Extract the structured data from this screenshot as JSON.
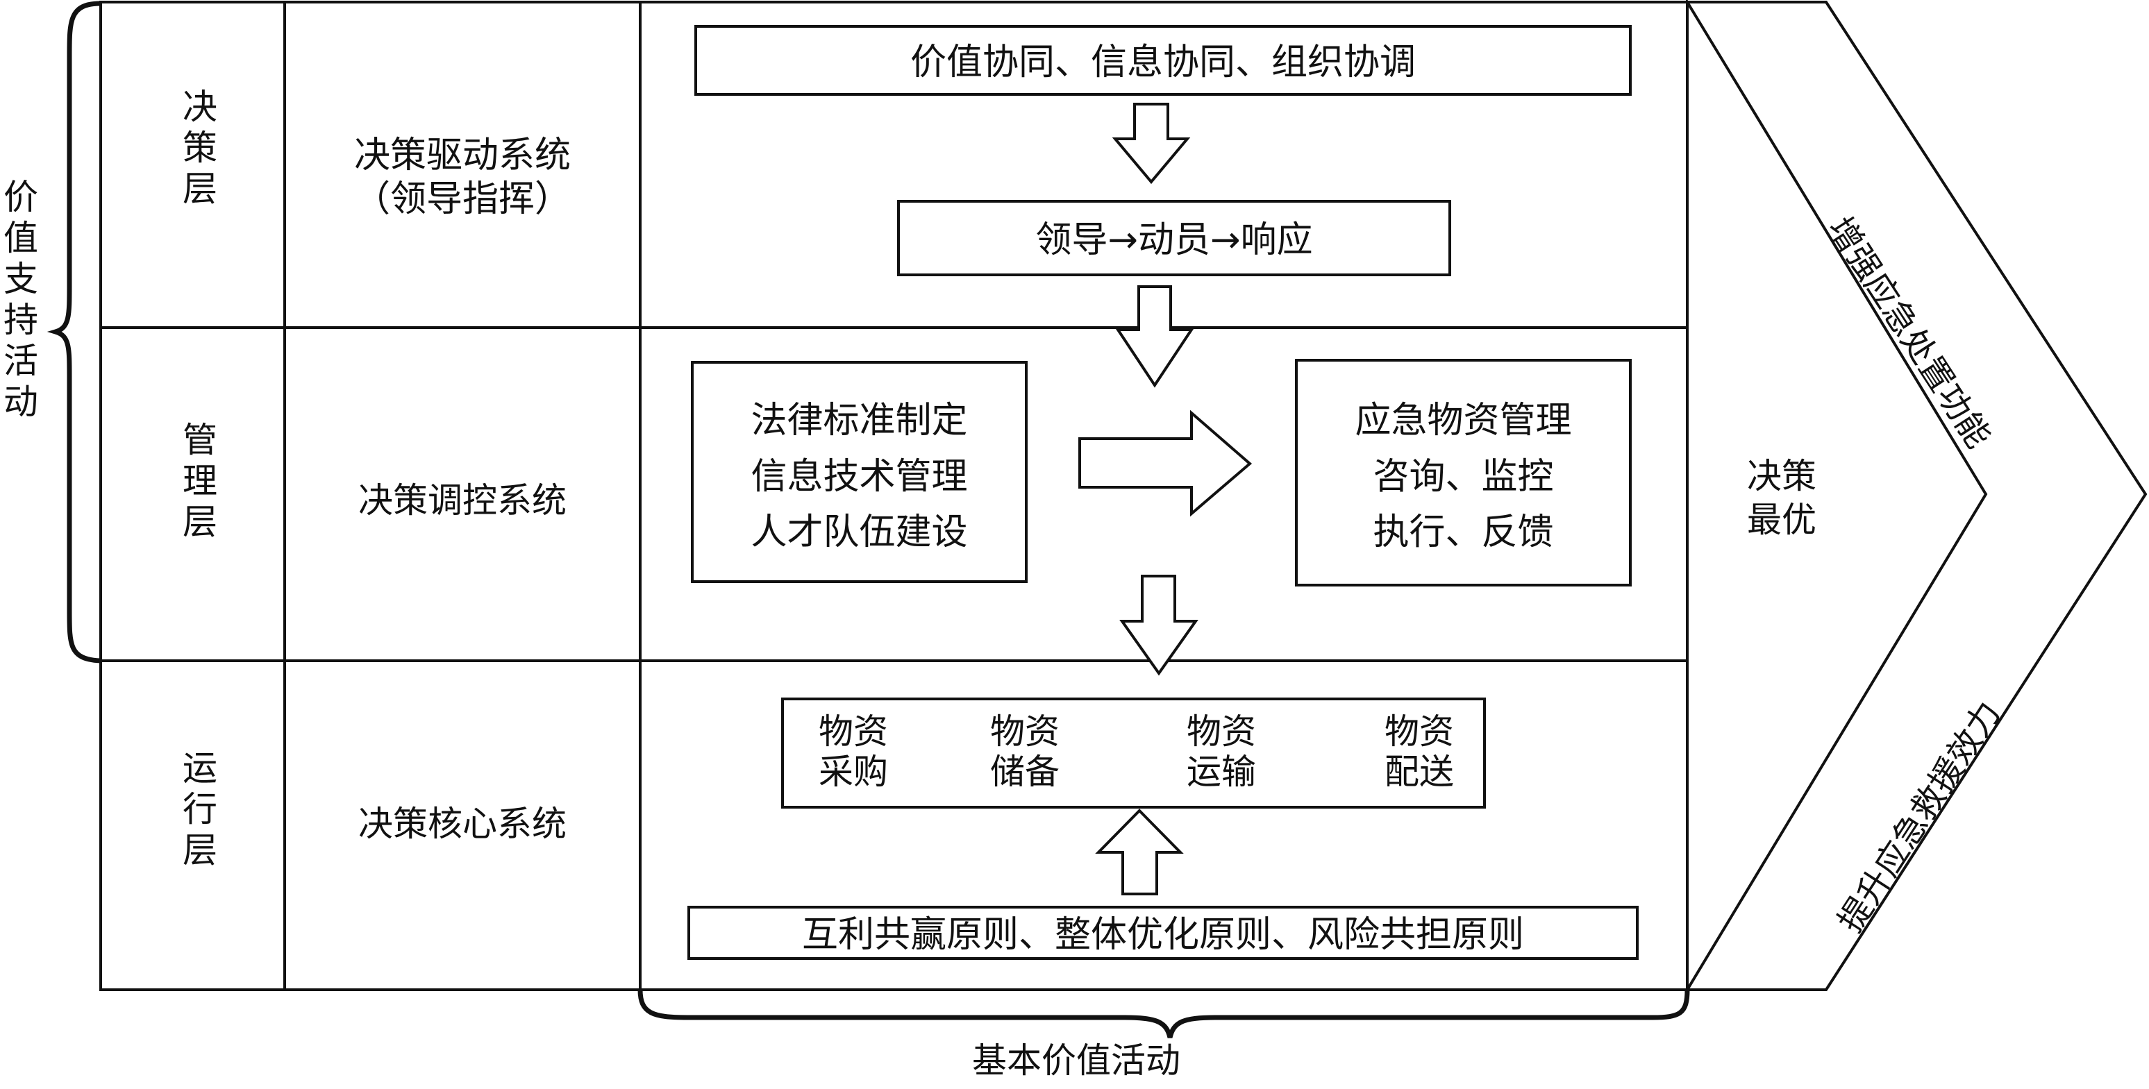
{
  "left_brace_label": "价值支持活动",
  "bottom_brace_label": "基本价值活动",
  "rows": [
    {
      "layer": "决策层",
      "system": "决策驱动系统\n（领导指挥）"
    },
    {
      "layer": "管理层",
      "system": "决策调控系统"
    },
    {
      "layer": "运行层",
      "system": "决策核心系统"
    }
  ],
  "decision_boxes": {
    "coordination": "价值协同、信息协同、组织协调",
    "flow": "领导→动员→响应"
  },
  "management_boxes": {
    "left": [
      "法律标准制定",
      "信息技术管理",
      "人才队伍建设"
    ],
    "right": [
      "应急物资管理",
      "咨询、监控",
      "执行、反馈"
    ]
  },
  "operation_box": {
    "items": [
      [
        "物资",
        "采购"
      ],
      [
        "物资",
        "储备"
      ],
      [
        "物资",
        "运输"
      ],
      [
        "物资",
        "配送"
      ]
    ],
    "principles": "互利共赢原则、整体优化原则、风险共担原则"
  },
  "chevron": {
    "top_text": "增强应急处置功能",
    "center_text": [
      "决策",
      "最优"
    ],
    "bottom_text": "提升应急救援效力"
  }
}
